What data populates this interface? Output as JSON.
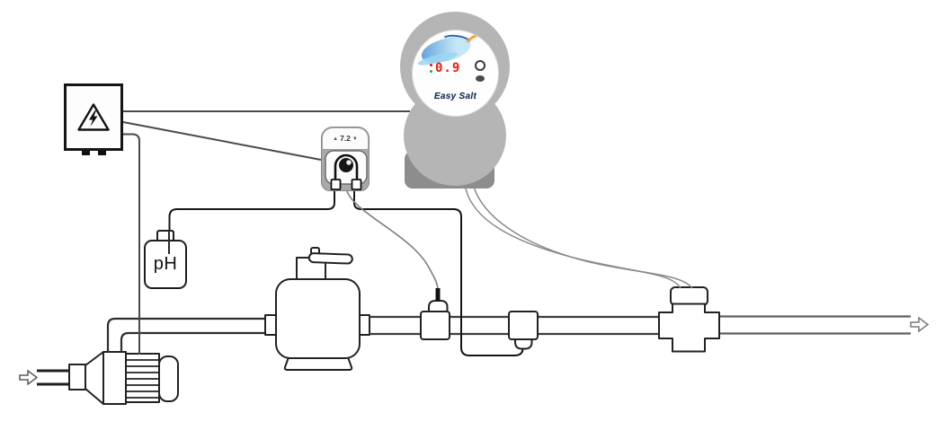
{
  "diagram": {
    "type": "pool-equipment-installation-schematic",
    "colors": {
      "device_gray": "#b5b5b5",
      "base_gray": "#8d8d8d",
      "display_red": "#ea1c0c",
      "indicator_green": "#2da12b",
      "line": "#222222"
    }
  },
  "electrical_box": {
    "icon": "high-voltage-warning"
  },
  "controller": {
    "name": "Easy Salt",
    "display_value": "0.9"
  },
  "dosing_pump": {
    "setpoint": "7.2",
    "up_icon": "▲",
    "down_icon": "▼"
  },
  "ph_canister": {
    "label": "pH"
  },
  "flow": {
    "inlet_icon": "open-arrow-right",
    "outlet_icon": "open-arrow-right"
  }
}
